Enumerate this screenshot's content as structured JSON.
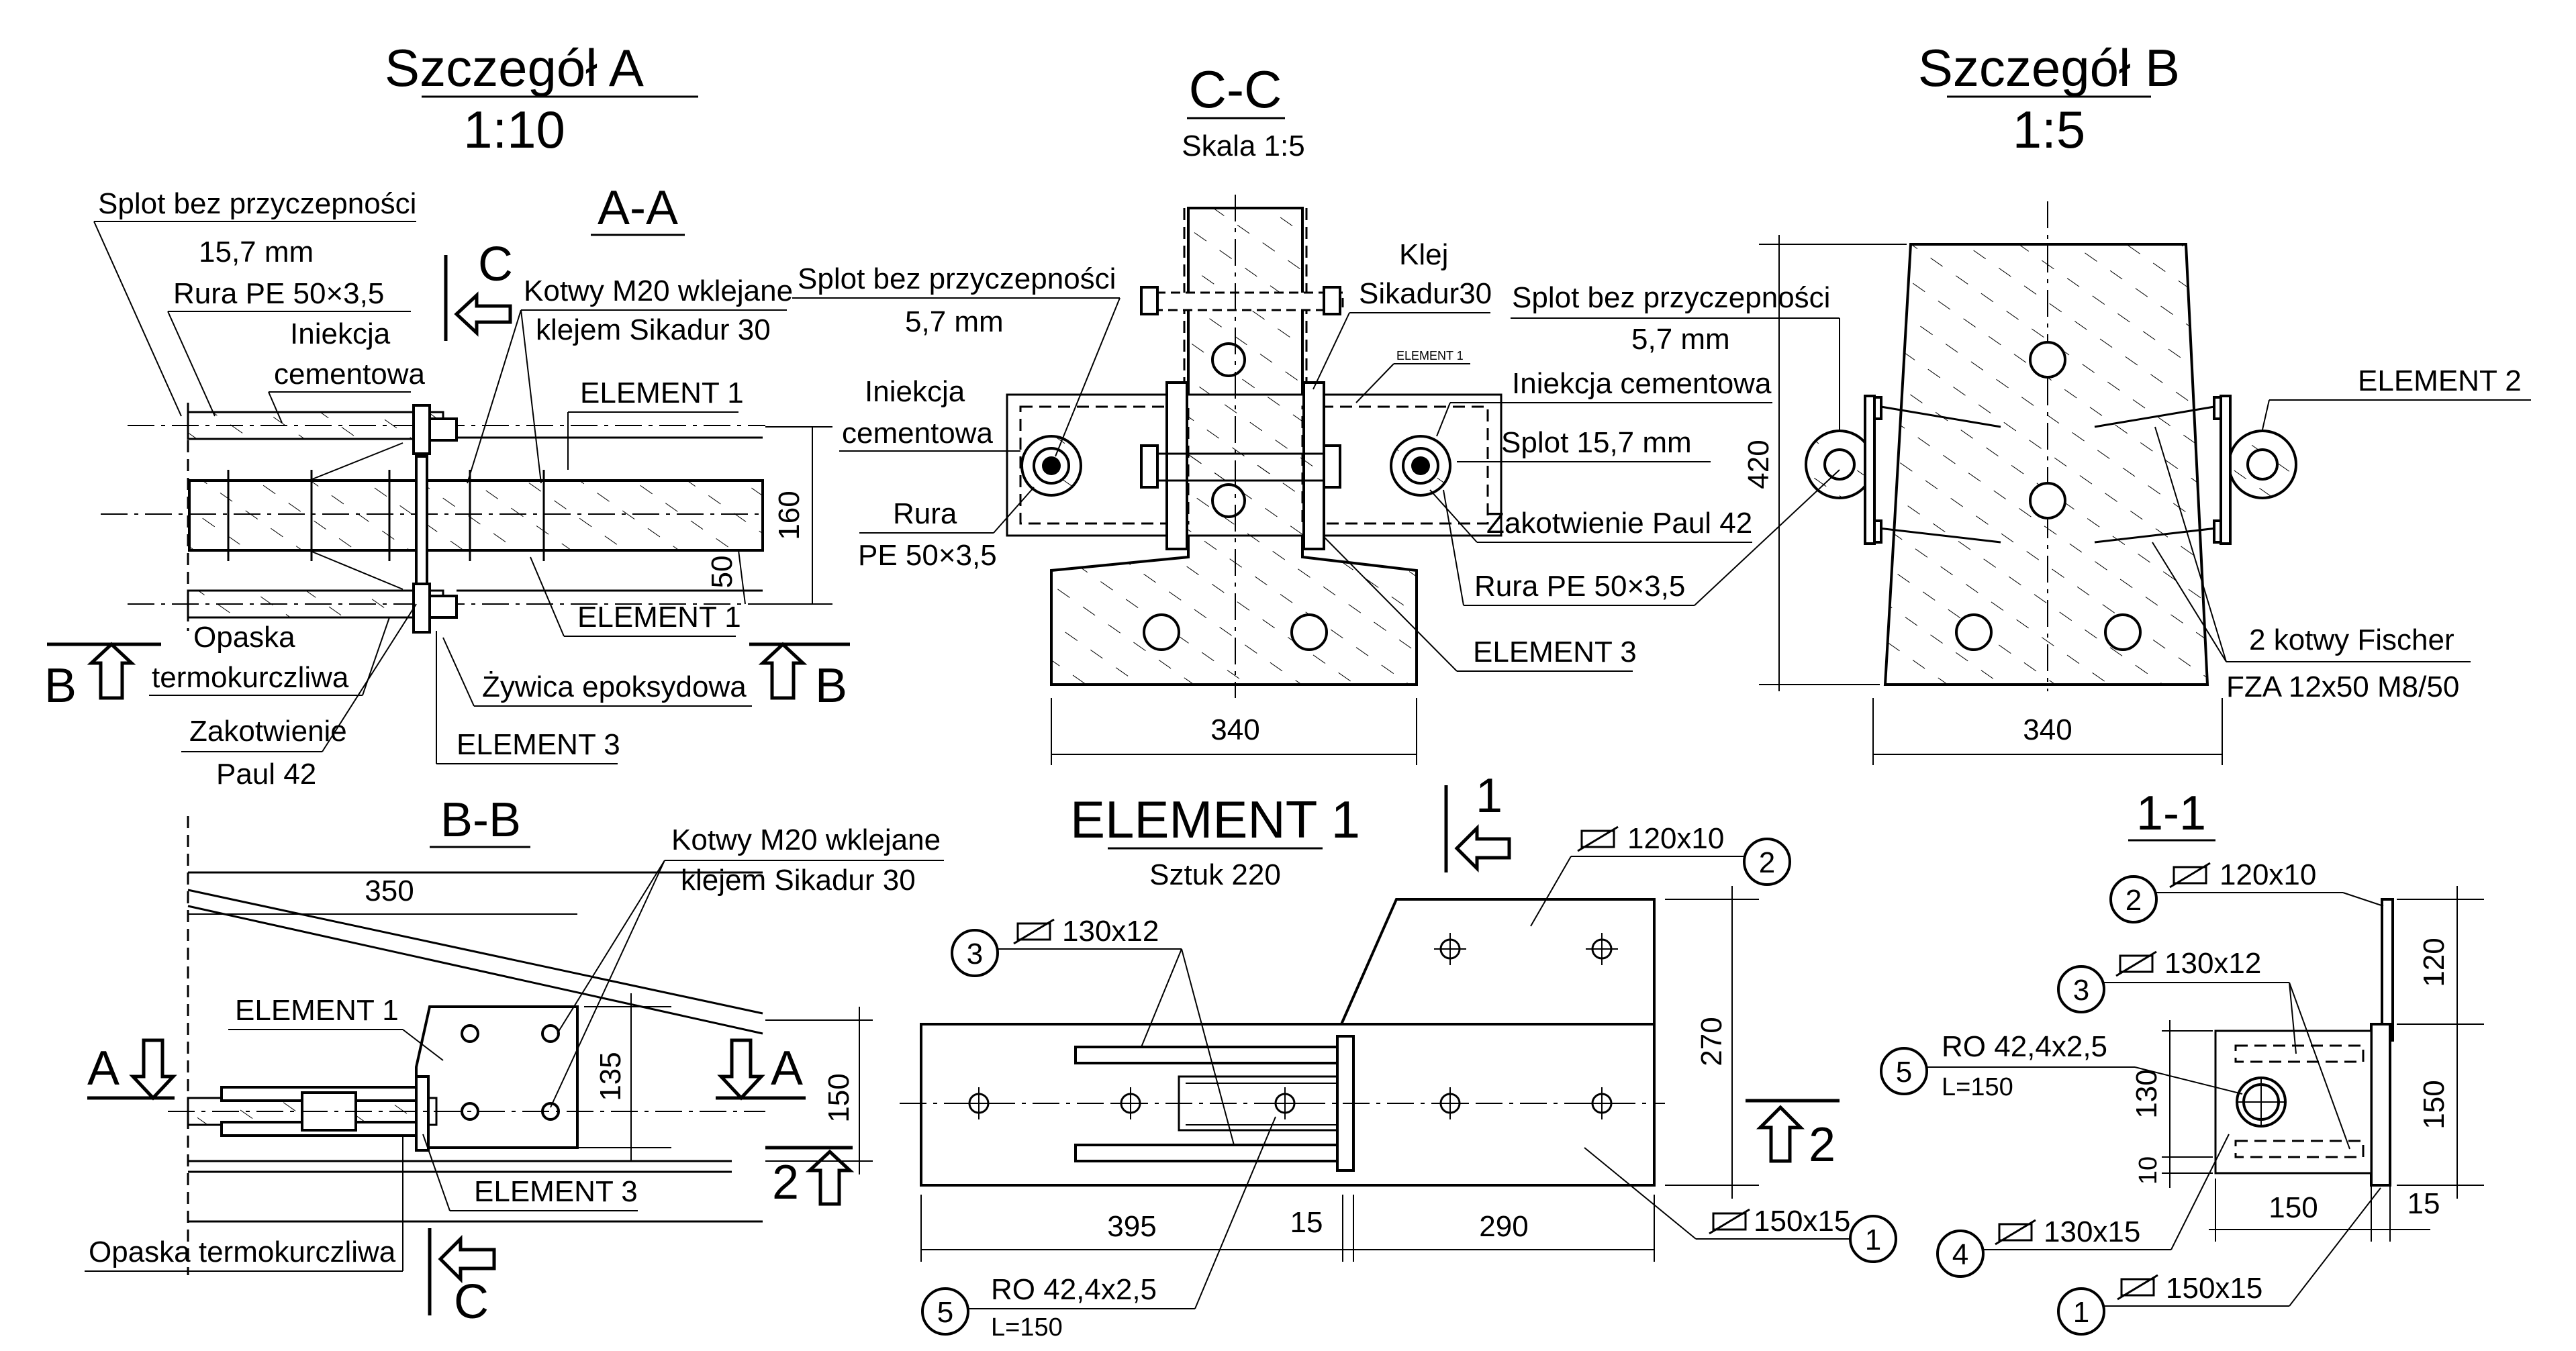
{
  "detailA": {
    "title": "Szczegół A",
    "scale": "1:10",
    "sectionAA": "A-A",
    "label_splot": "Splot bez przyczepności",
    "label_splot_size": "15,7 mm",
    "label_rura": "Rura PE 50×3,5",
    "label_iniekcja": "Iniekcja",
    "label_cementowa": "cementowa",
    "label_kotwy": "Kotwy M20 wklejane",
    "label_klejem": "klejem Sikadur 30",
    "label_element1_top": "ELEMENT 1",
    "label_element1_bottom": "ELEMENT 1",
    "label_opaska": "Opaska",
    "label_termo": "termokurczliwa",
    "label_zakotwienie": "Zakotwienie",
    "label_paul": "Paul 42",
    "label_zywica": "Żywica epoksydowa",
    "label_element3": "ELEMENT 3",
    "dim_160": "160",
    "dim_50": "50",
    "cut_c": "C",
    "cut_b": "B"
  },
  "sectionCC": {
    "title": "C-C",
    "scale": "Skala 1:5",
    "label_splot": "Splot bez przyczepności",
    "label_splot_size": "5,7 mm",
    "label_iniekcja": "Iniekcja",
    "label_cementowa": "cementowa",
    "label_rura": "Rura",
    "label_pe": "PE 50×3,5",
    "label_klej": "Klej",
    "label_sikadur": "Sikadur30",
    "label_element1_small": "ELEMENT 1",
    "label_iniekcja_cem": "Iniekcja cementowa",
    "label_splot157": "Splot 15,7 mm",
    "label_zakotwienie": "Zakotwienie Paul 42",
    "label_rura_pe": "Rura PE 50×3,5",
    "label_element3": "ELEMENT 3",
    "dim_340": "340"
  },
  "detailB": {
    "title": "Szczegół B",
    "scale": "1:5",
    "label_splot": "Splot bez przyczepności",
    "label_splot_size": "5,7 mm",
    "label_element2": "ELEMENT 2",
    "label_kotwy": "2 kotwy Fischer",
    "label_fza": "FZA 12x50 M8/50",
    "dim_420": "420",
    "dim_340": "340"
  },
  "sectionBB": {
    "title": "B-B",
    "dim_350": "350",
    "label_kotwy": "Kotwy M20 wklejane",
    "label_klejem": "klejem Sikadur 30",
    "label_element1": "ELEMENT 1",
    "label_element3": "ELEMENT 3",
    "label_opaska": "Opaska termokurczliwa",
    "dim_135": "135",
    "dim_150": "150",
    "cut_a": "A",
    "cut_2": "2",
    "cut_c": "C"
  },
  "element1": {
    "title": "ELEMENT 1",
    "subtitle": "Sztuk 220",
    "p2": "120x10",
    "p3": "130x12",
    "p1": "150x15",
    "p5": "RO 42,4x2,5",
    "p5_len": "L=150",
    "dim_395": "395",
    "dim_15": "15",
    "dim_290": "290",
    "dim_270": "270",
    "cut_1": "1",
    "cut_2": "2",
    "n1": "1",
    "n2": "2",
    "n3": "3",
    "n5": "5"
  },
  "section11": {
    "title": "1-1",
    "p2": "120x10",
    "p3": "130x12",
    "p5": "RO 42,4x2,5",
    "p5_len": "L=150",
    "p4": "130x15",
    "p1": "150x15",
    "dim_120": "120",
    "dim_150v": "150",
    "dim_130": "130",
    "dim_10": "10",
    "dim_150": "150",
    "dim_15": "15",
    "n1": "1",
    "n2": "2",
    "n3": "3",
    "n4": "4",
    "n5": "5"
  }
}
